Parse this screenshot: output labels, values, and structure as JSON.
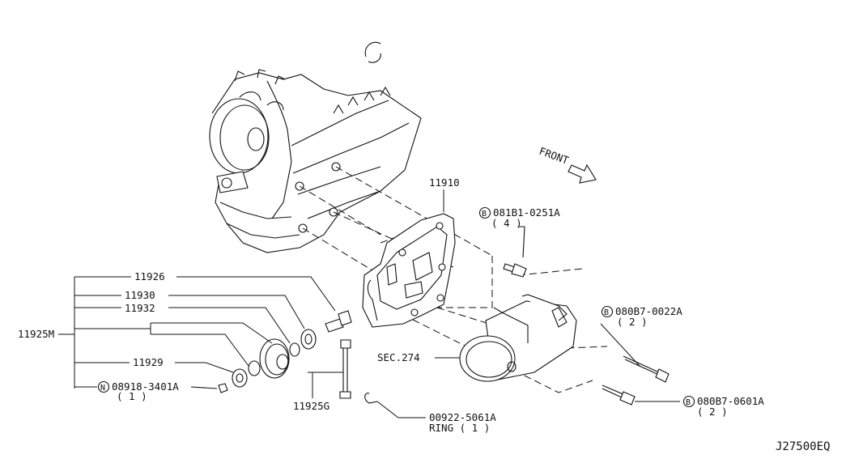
{
  "labels": {
    "p11910": "11910",
    "p081b1_0251a": "081B1-0251A",
    "p081b1_qty": "( 4 )",
    "p080b7_0022a": "080B7-0022A",
    "p080b7_0022a_qty": "( 2 )",
    "p080b7_0601a": "080B7-0601A",
    "p080b7_0601a_qty": "( 2 )",
    "sec274": "SEC.274",
    "p11926": "11926",
    "p11930": "11930",
    "p11932": "11932",
    "p11925m": "11925M",
    "p11929": "11929",
    "p08918_3401a": "08918-3401A",
    "p08918_qty": "( 1 )",
    "p11925g": "11925G",
    "p00922_5061a": "00922-5061A",
    "ring": "RING ( 1 )",
    "front": "FRONT",
    "diagram_id": "J27500EQ"
  },
  "markers": {
    "bolt_b": "B",
    "nut_n": "N"
  }
}
